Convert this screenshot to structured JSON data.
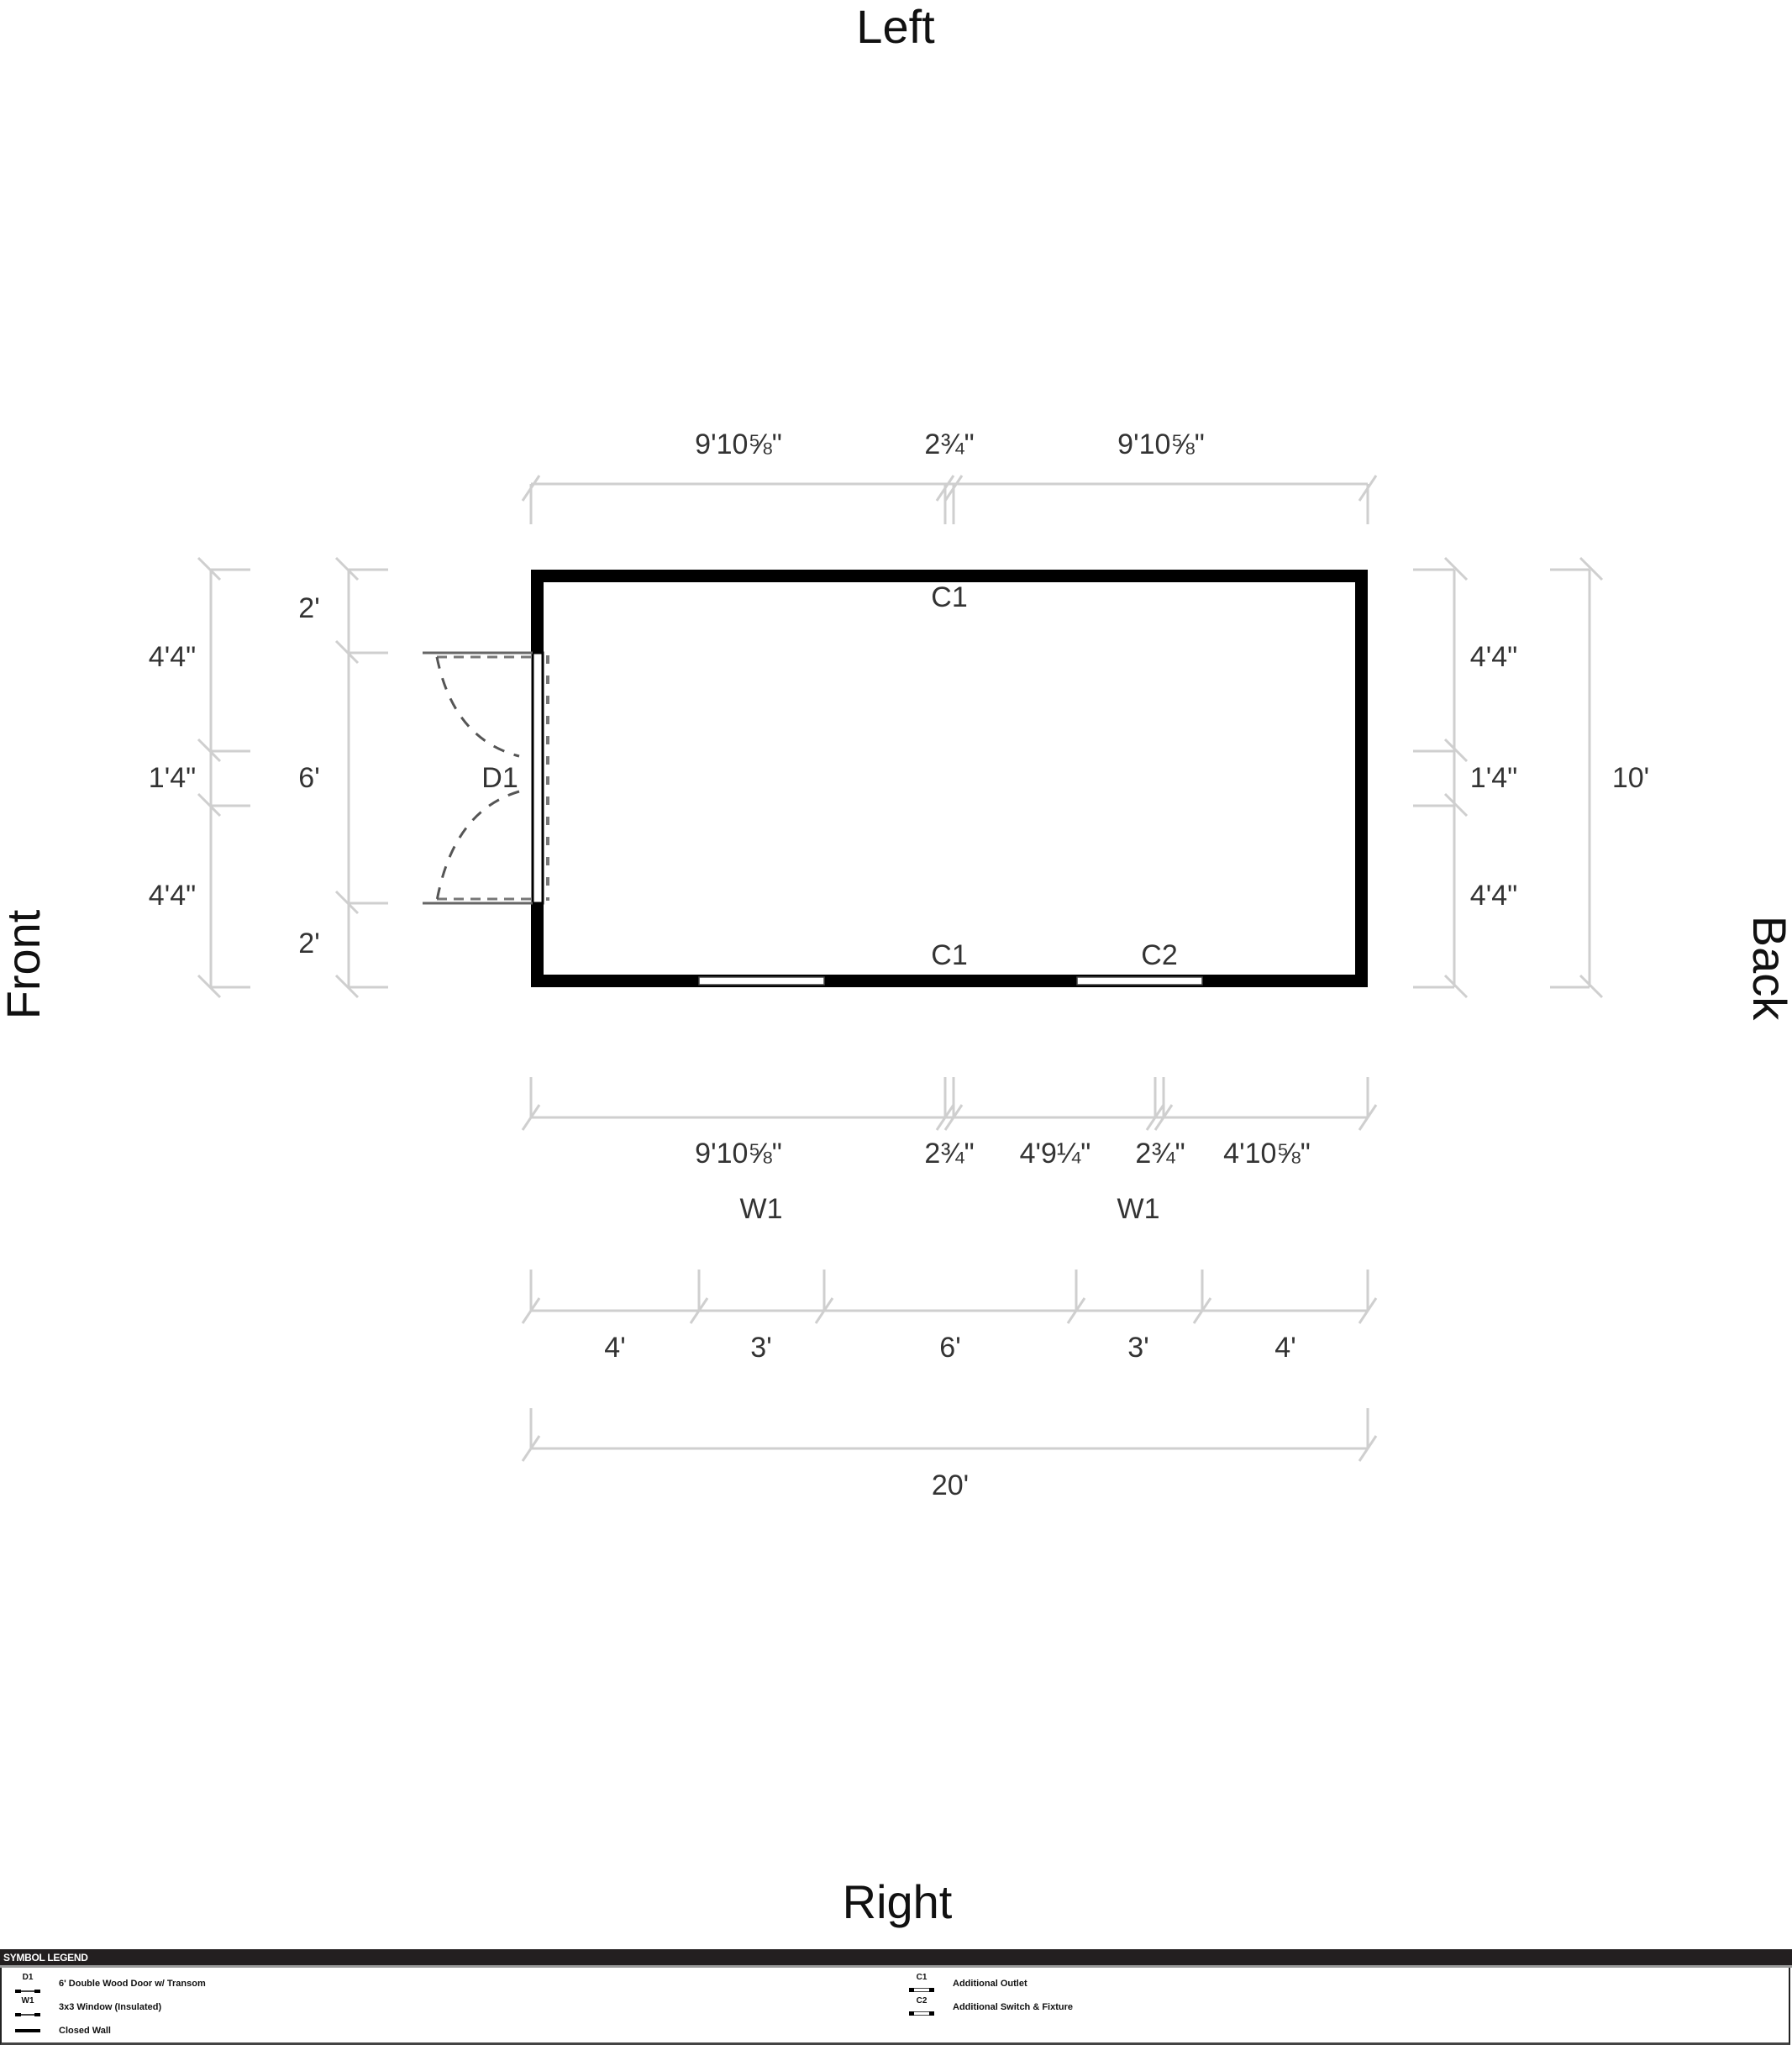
{
  "orientation": {
    "top": "Left",
    "bottom": "Right",
    "left": "Front",
    "right": "Back"
  },
  "building": {
    "width": "20'",
    "depth": "10'"
  },
  "openings": {
    "door": {
      "tag": "D1",
      "wall": "Front",
      "width": "6'"
    },
    "window_1": {
      "tag": "W1",
      "wall": "Right",
      "width": "3'"
    },
    "window_2": {
      "tag": "W1",
      "wall": "Right",
      "width": "3'"
    },
    "outlet_left_wall": {
      "tag": "C1"
    },
    "outlet_right_wall": {
      "tag": "C1"
    },
    "switch_fixture": {
      "tag": "C2"
    }
  },
  "dimensions": {
    "top": [
      "9'10⅝\"",
      "2¾\"",
      "9'10⅝\""
    ],
    "front_outer": [
      "4'4\"",
      "1'4\"",
      "4'4\""
    ],
    "front_door": [
      "2'",
      "6'",
      "2'"
    ],
    "back_inner": [
      "4'4\"",
      "1'4\"",
      "4'4\""
    ],
    "back_total": "10'",
    "bottom_electrical": [
      "9'10⅝\"",
      "2¾\"",
      "4'9¼\"",
      "2¾\"",
      "4'10⅝\""
    ],
    "bottom_openings": [
      "4'",
      "3'",
      "6'",
      "3'",
      "4'"
    ],
    "bottom_total": "20'"
  },
  "legend": {
    "title": "SYMBOL LEGEND",
    "items": [
      {
        "code": "D1",
        "label": "6' Double Wood Door w/ Transom"
      },
      {
        "code": "W1",
        "label": "3x3 Window (Insulated)"
      },
      {
        "code": "",
        "label": "Closed Wall"
      },
      {
        "code": "C1",
        "label": "Additional Outlet"
      },
      {
        "code": "C2",
        "label": "Additional Switch & Fixture"
      }
    ]
  },
  "colors": {
    "wall": "#000000",
    "dimension_line": "#cfcfcf",
    "text": "#333333",
    "legend_header": "#231f20"
  }
}
